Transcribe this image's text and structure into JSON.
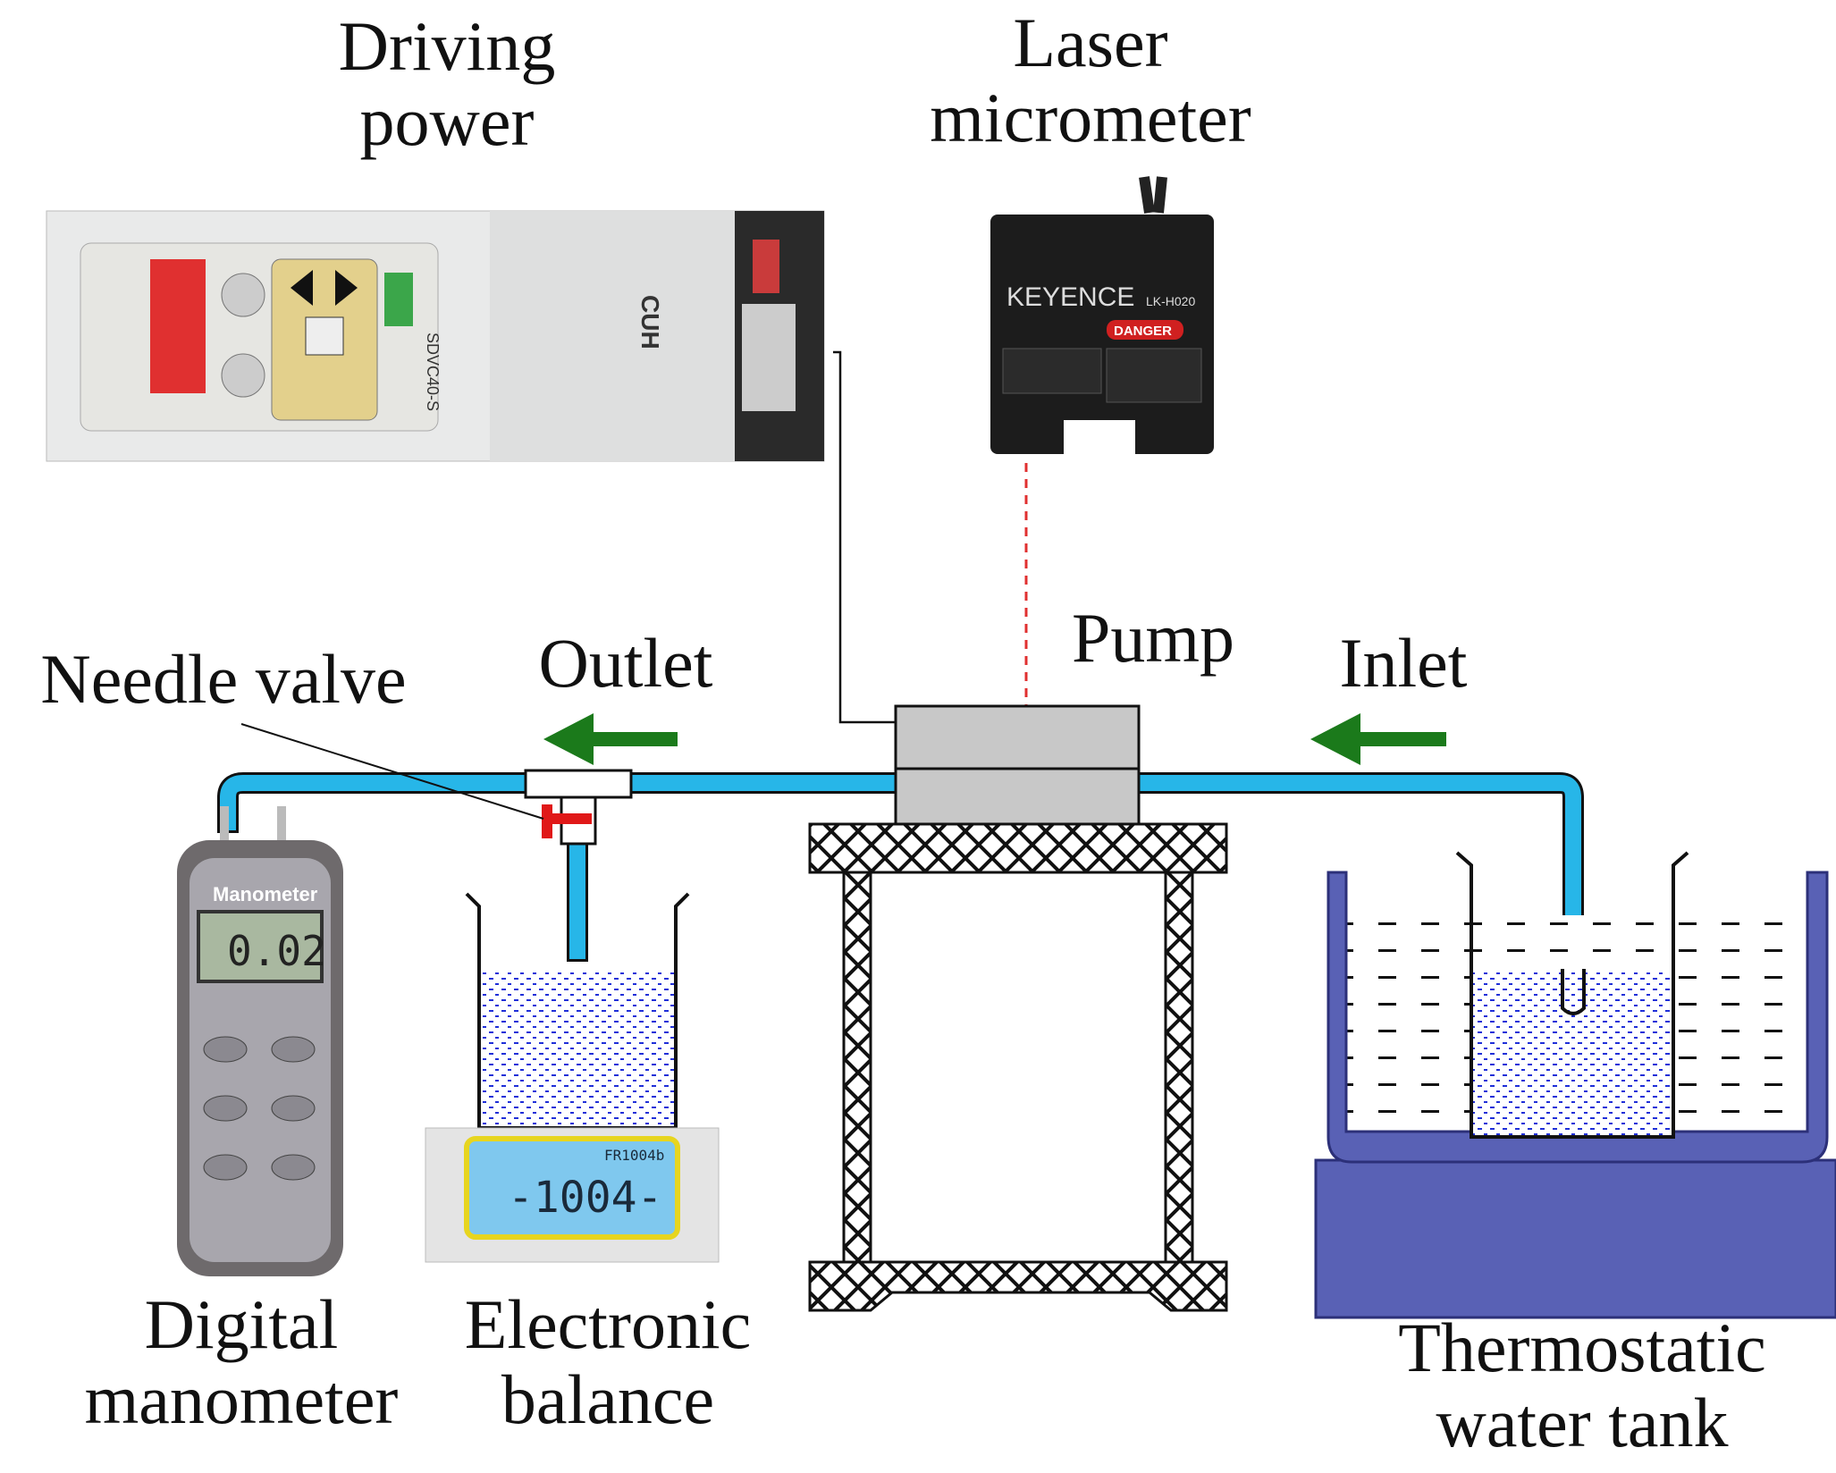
{
  "labels": {
    "driving_power": [
      "Driving",
      "power"
    ],
    "laser_micrometer": [
      "Laser",
      "micrometer"
    ],
    "pump": "Pump",
    "inlet": "Inlet",
    "outlet": "Outlet",
    "needle_valve": "Needle valve",
    "digital_manometer": [
      "Digital",
      "manometer"
    ],
    "electronic_balance": [
      "Electronic",
      "balance"
    ],
    "thermostatic_water_tank": [
      "Thermostatic",
      "water tank"
    ]
  },
  "devices": {
    "controller": {
      "brand": "CUH",
      "model": "SDVC40-S"
    },
    "sensor": {
      "brand": "KEYENCE",
      "model": "LK-H020",
      "warning": "DANGER"
    },
    "manometer": {
      "title": "Manometer",
      "reading": "0.02"
    },
    "balance": {
      "reading": "-1004-",
      "status": "FR1004b"
    }
  },
  "colors": {
    "tube": "#27b6e8",
    "flow_arrow": "#1b7a1b",
    "tank_body": "#5961b5",
    "water_dots": "#1f2fd8",
    "laser_line": "#e03030",
    "balance_display": "#7fc8ee"
  },
  "icons": [
    "flow-arrow-icon",
    "flow-arrow-icon"
  ]
}
